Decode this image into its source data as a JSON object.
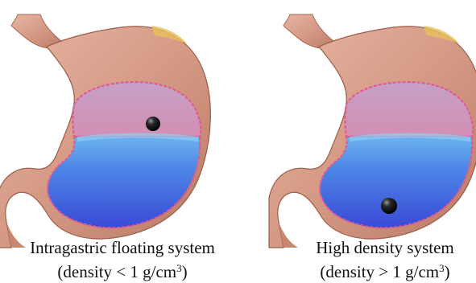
{
  "panels": [
    {
      "caption_line1": "Intragastric floating system",
      "caption_line2_prefix": "(density < 1 g/cm",
      "caption_line2_sup": "3",
      "caption_line2_suffix": ")",
      "pill_position": "floating at liquid surface"
    },
    {
      "caption_line1": "High density system",
      "caption_line2_prefix": "(density > 1 g/cm",
      "caption_line2_sup": "3",
      "caption_line2_suffix": ")",
      "pill_position": "resting at bottom"
    }
  ],
  "colors": {
    "stomach_wall": "#d9a08e",
    "stomach_wall_shadow": "#b8735f",
    "gas_region": "#c79ab8",
    "liquid_top": "#5fa8ea",
    "liquid_bottom": "#3a4fd8",
    "lining": "#e05a92",
    "pill": "#111111",
    "bile_highlight": "#e8c15a"
  }
}
